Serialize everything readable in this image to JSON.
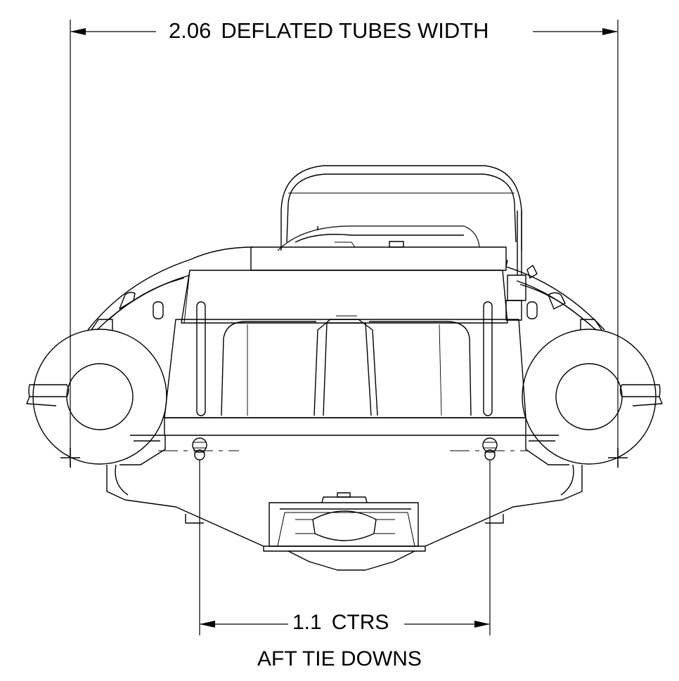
{
  "overall_width": {
    "value": "2.06",
    "label": "DEFLATED TUBES WIDTH"
  },
  "tie_down_spacing": {
    "value": "1.1",
    "label": "CTRS"
  },
  "tie_down_caption": "AFT TIE DOWNS",
  "colors": {
    "line": "#000000",
    "background": "#ffffff"
  }
}
